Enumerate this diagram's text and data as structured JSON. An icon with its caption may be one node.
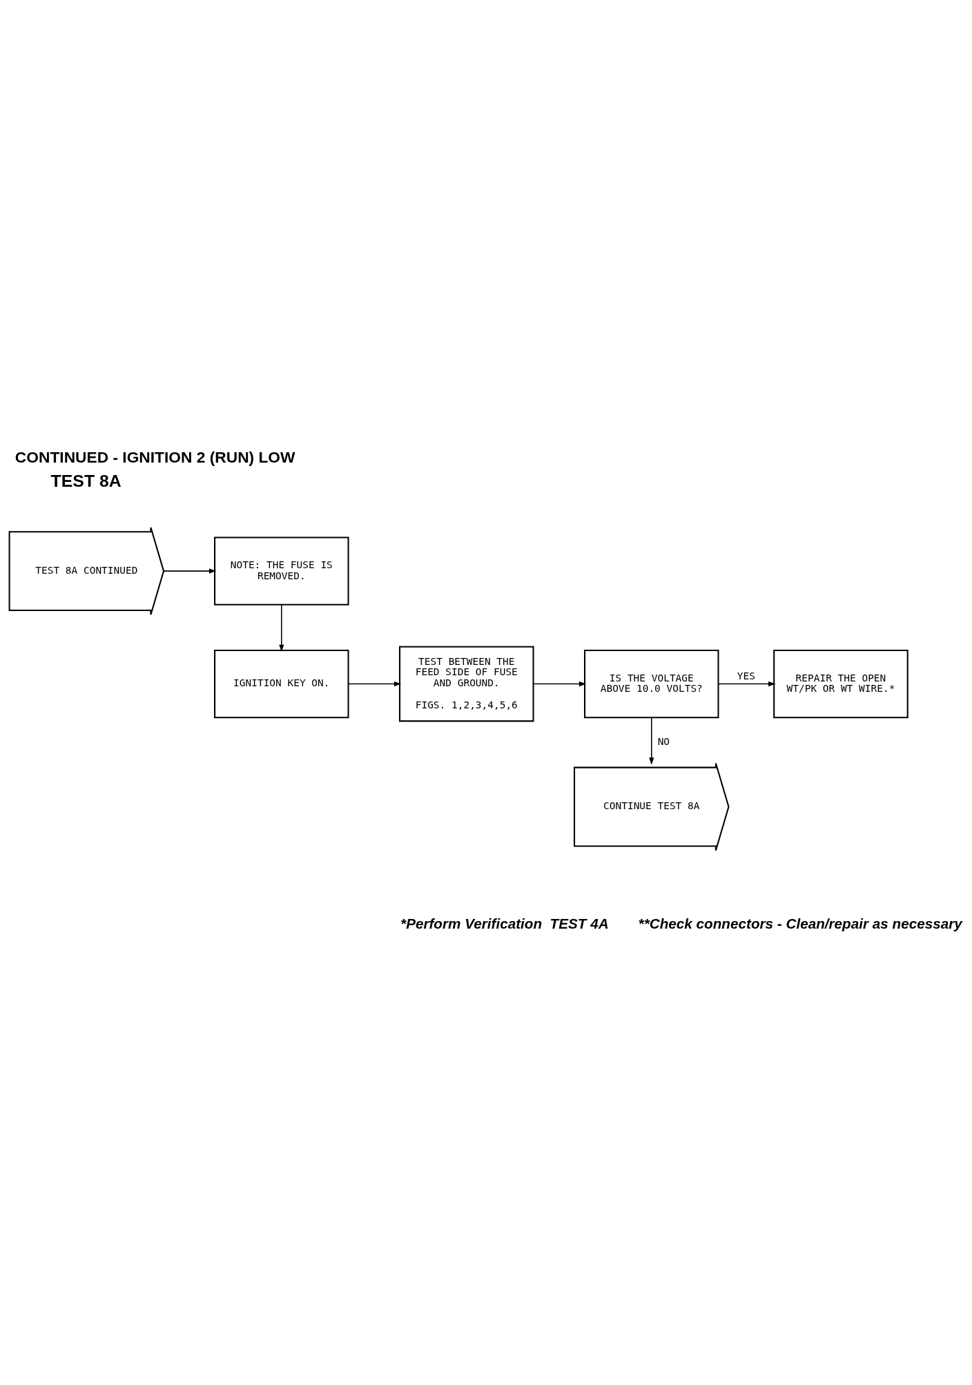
{
  "diagram": {
    "title": "CONTINUED - IGNITION 2 (RUN) LOW",
    "nodes": [
      {
        "text": [
          "TEST 8A CONTINUED"
        ]
      },
      {
        "text": [
          "NOTE: THE FUSE IS REMOVED."
        ]
      },
      {
        "text": [
          "IGNITION KEY ON."
        ]
      },
      {
        "text": [
          "TEST BETWEEN THE FEED SIDE OF FUSE AND GROUND.",
          "FIGS. 1,2,3,4,5,6"
        ]
      },
      {
        "text": [
          "IS THE VOLTAGE ABOVE 10.0 VOLTS?"
        ]
      },
      {
        "text": [
          "REPAIR THE OPEN WT/PK OR WT WIRE.*"
        ]
      },
      {
        "text": [
          "CONTINUE TEST 8A"
        ]
      }
    ],
    "edges": [
      {
        "from": 0,
        "to": 1,
        "arrow": "to"
      },
      {
        "from": 1,
        "to": 2,
        "arrow": "to"
      },
      {
        "from": 2,
        "to": 3,
        "arrow": "to"
      },
      {
        "from": 3,
        "to": 4,
        "arrow": "to"
      },
      {
        "from": 4,
        "to": 5,
        "arrow": "to",
        "label": "YES"
      },
      {
        "from": 4,
        "to": 6,
        "arrow": "to",
        "label": "NO"
      }
    ],
    "labels": [
      "TEST 8A",
      "*Perform Verification  TEST 4A",
      "**Check connectors - Clean/repair as necessary"
    ]
  }
}
